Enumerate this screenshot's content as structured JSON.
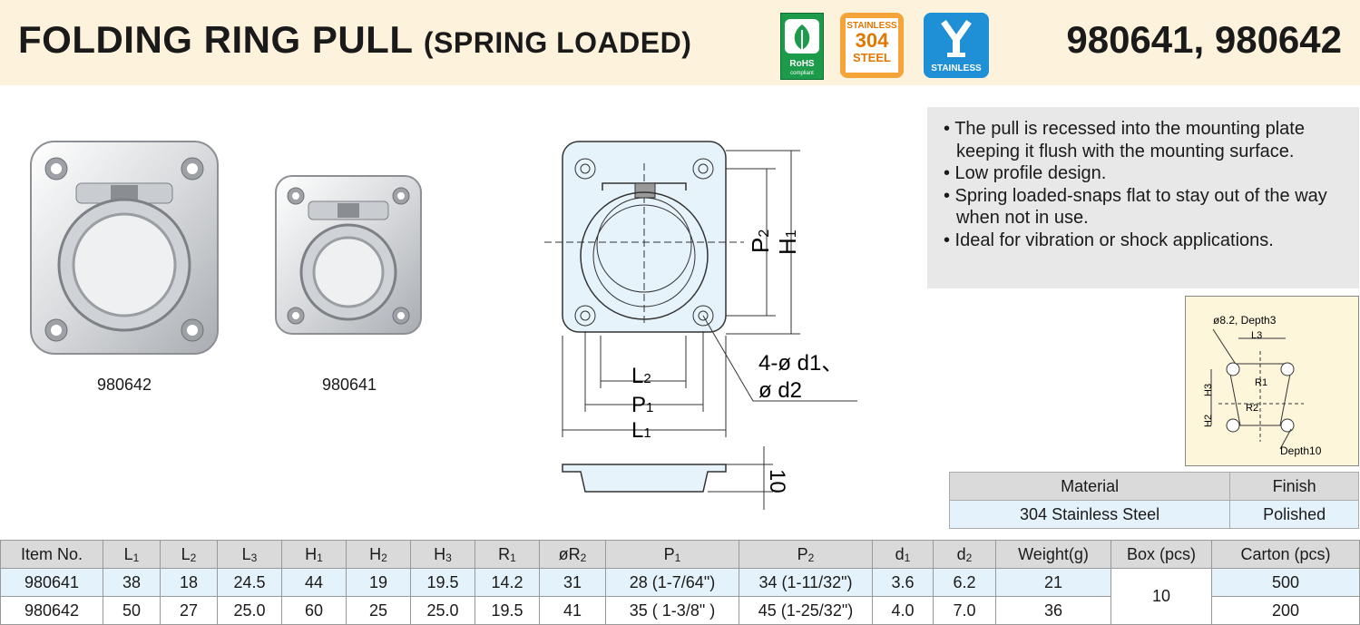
{
  "header": {
    "title": "FOLDING RING PULL",
    "subtitle": "(SPRING LOADED)",
    "item_numbers": "980641, 980642",
    "badges": {
      "rohs": "RoHS",
      "rohs_sub": "compliant",
      "stainless_top": "STAINLESS",
      "stainless_mid": "304",
      "stainless_bot": "STEEL",
      "y_label": "STAINLESS"
    }
  },
  "photos": [
    {
      "label": "980642"
    },
    {
      "label": "980641"
    }
  ],
  "drawing": {
    "labels": {
      "p2": "P",
      "p2_sub": "2",
      "h1": "H",
      "h1_sub": "1",
      "l2": "L",
      "l2_sub": "2",
      "p1": "P",
      "p1_sub": "1",
      "l1": "L",
      "l1_sub": "1",
      "holes_line1": "4-ø d1、",
      "holes_line2": "ø d2",
      "height": "10"
    }
  },
  "features": [
    "• The pull is recessed into the mounting plate keeping it flush with the mounting surface.",
    "• Low profile design.",
    "• Spring loaded-snaps flat to stay out of the way when not in use.",
    "• Ideal for vibration or shock applications."
  ],
  "detail": {
    "hole_note": "ø8.2, Depth3",
    "l3": "L3",
    "h3": "H3",
    "h2": "H2",
    "r1": "R1",
    "r2": "R2",
    "depth": "Depth10"
  },
  "material_table": {
    "headers": [
      "Material",
      "Finish"
    ],
    "row": [
      "304 Stainless Steel",
      "Polished"
    ]
  },
  "spec_table": {
    "headers": [
      {
        "t": "Item No.",
        "s": ""
      },
      {
        "t": "L",
        "s": "1"
      },
      {
        "t": "L",
        "s": "2"
      },
      {
        "t": "L",
        "s": "3"
      },
      {
        "t": "H",
        "s": "1"
      },
      {
        "t": "H",
        "s": "2"
      },
      {
        "t": "H",
        "s": "3"
      },
      {
        "t": "R",
        "s": "1"
      },
      {
        "t": "øR",
        "s": "2"
      },
      {
        "t": "P",
        "s": "1"
      },
      {
        "t": "P",
        "s": "2"
      },
      {
        "t": "d",
        "s": "1"
      },
      {
        "t": "d",
        "s": "2"
      },
      {
        "t": "Weight(g)",
        "s": ""
      },
      {
        "t": "Box (pcs)",
        "s": ""
      },
      {
        "t": "Carton (pcs)",
        "s": ""
      }
    ],
    "rows": [
      [
        "980641",
        "38",
        "18",
        "24.5",
        "44",
        "19",
        "19.5",
        "14.2",
        "31",
        "28 (1-7/64\")",
        "34 (1-11/32\")",
        "3.6",
        "6.2",
        "21",
        "500"
      ],
      [
        "980642",
        "50",
        "27",
        "25.0",
        "60",
        "25",
        "25.0",
        "19.5",
        "41",
        "35 ( 1-3/8\" )",
        "45 (1-25/32\")",
        "4.0",
        "7.0",
        "36",
        "200"
      ]
    ],
    "box_pcs": "10"
  }
}
